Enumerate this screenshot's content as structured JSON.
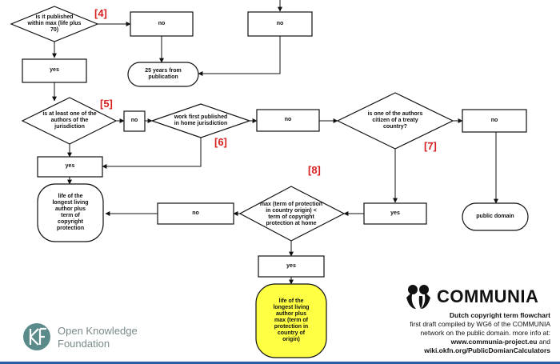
{
  "nodes": {
    "published_max": "is it published\nwithin max (life plus\n70)",
    "no_top1": "no",
    "no_top2": "no",
    "yes_left1": "yes",
    "years25": "25 years from\npublication",
    "authors_jurisdiction": "is at least one of the\nauthors of the\njurisdiction",
    "no_small": "no",
    "work_first": "work first published\nin home jurisdiction",
    "no_mid": "no",
    "treaty": "is one of the authors\ncitizen of a treaty\ncountry?",
    "no_right": "no",
    "yes_left2": "yes",
    "life_longest": "life of the\nlongest living\nauthor plus\nterm of\ncopyright\nprotection",
    "max_term": "max (term of protection\nin country origin) <\nterm of copyright\nprotection  at home",
    "no_mid2": "no",
    "yes_right": "yes",
    "public_domain": "public domain",
    "yes_center": "yes",
    "life_max": "life of the\nlongest living\nauthor plus\nmax (term of\nprotection in\ncountry of\norigin)"
  },
  "tags": {
    "t4": "[4]",
    "t5": "[5]",
    "t6": "[6]",
    "t7": "[7]",
    "t8": "[8]"
  },
  "okfn": {
    "text": "Open Knowledge\nFoundation"
  },
  "communia": {
    "name": "COMMUNIA",
    "title": "Dutch copyright term flowchart",
    "line1": "first draft compiled by WG6 of the COMMUNIA",
    "line2": "network on the public domain. more info at:",
    "link1": "www.communia-project.eu",
    "and": " and",
    "link2": "wiki.okfn.org/PublicDomianCalculators"
  },
  "colors": {
    "highlight": "#ffff44",
    "tag": "#d62020",
    "logo_teal": "#5a8a8a"
  }
}
